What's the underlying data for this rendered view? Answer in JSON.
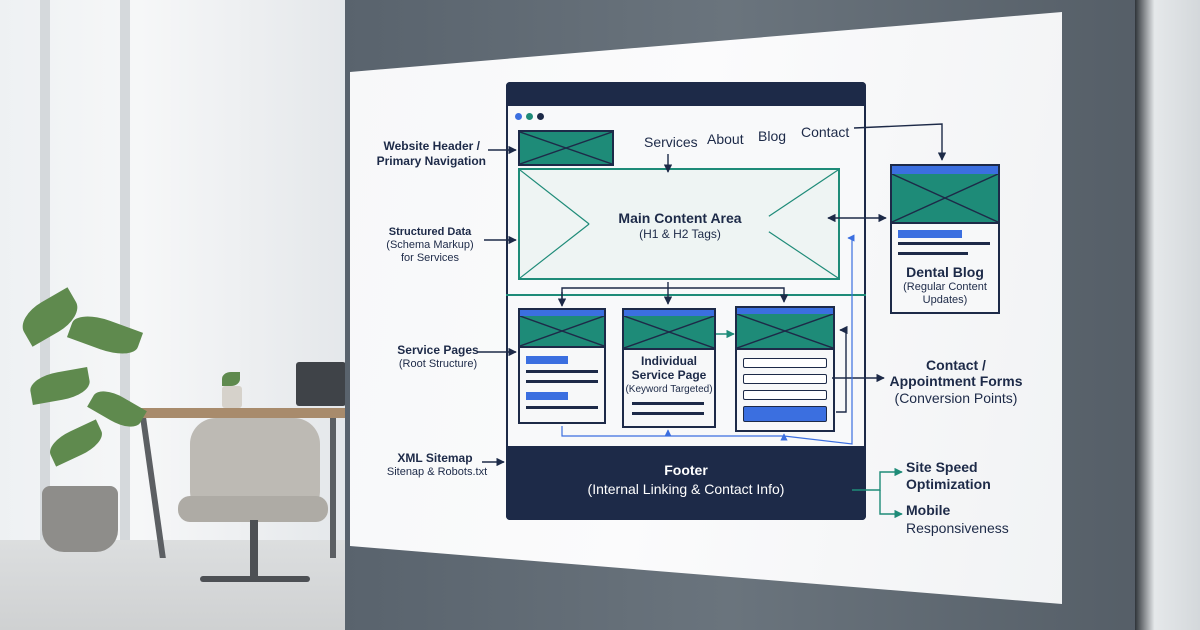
{
  "nav": {
    "services": "Services",
    "about": "About",
    "blog": "Blog",
    "contact": "Contact"
  },
  "main": {
    "title": "Main Content Area",
    "subtitle": "(H1 & H2 Tags)"
  },
  "service_card": {
    "title_line1": "Individual",
    "title_line2": "Service Page",
    "subtitle": "(Keyword Targeted)"
  },
  "footer": {
    "title": "Footer",
    "subtitle": "(Internal Linking & Contact Info)"
  },
  "blog": {
    "title": "Dental Blog",
    "subtitle_line1": "(Regular Content",
    "subtitle_line2": "Updates)"
  },
  "labels": {
    "header_line1": "Website Header /",
    "header_line2": "Primary Navigation",
    "structured_line1": "Structured Data",
    "structured_line2": "(Schema Markup)",
    "structured_line3": "for Services",
    "service_pages_line1": "Service Pages",
    "service_pages_line2": "(Root Structure)",
    "sitemap_line1": "XML Sitemap",
    "sitemap_line2": "Sitenap & Robots.txt",
    "contact_line1": "Contact /",
    "contact_line2": "Appointment Forms",
    "contact_line3": "(Conversion Points)",
    "speed_line1": "Site Speed",
    "speed_line2": "Optimization",
    "mobile_line1": "Mobile",
    "mobile_line2": "Responsiveness"
  },
  "colors": {
    "navy": "#1d2a48",
    "teal": "#1e8b78",
    "blue": "#3b6fe0",
    "board": "#f6f7f8"
  }
}
